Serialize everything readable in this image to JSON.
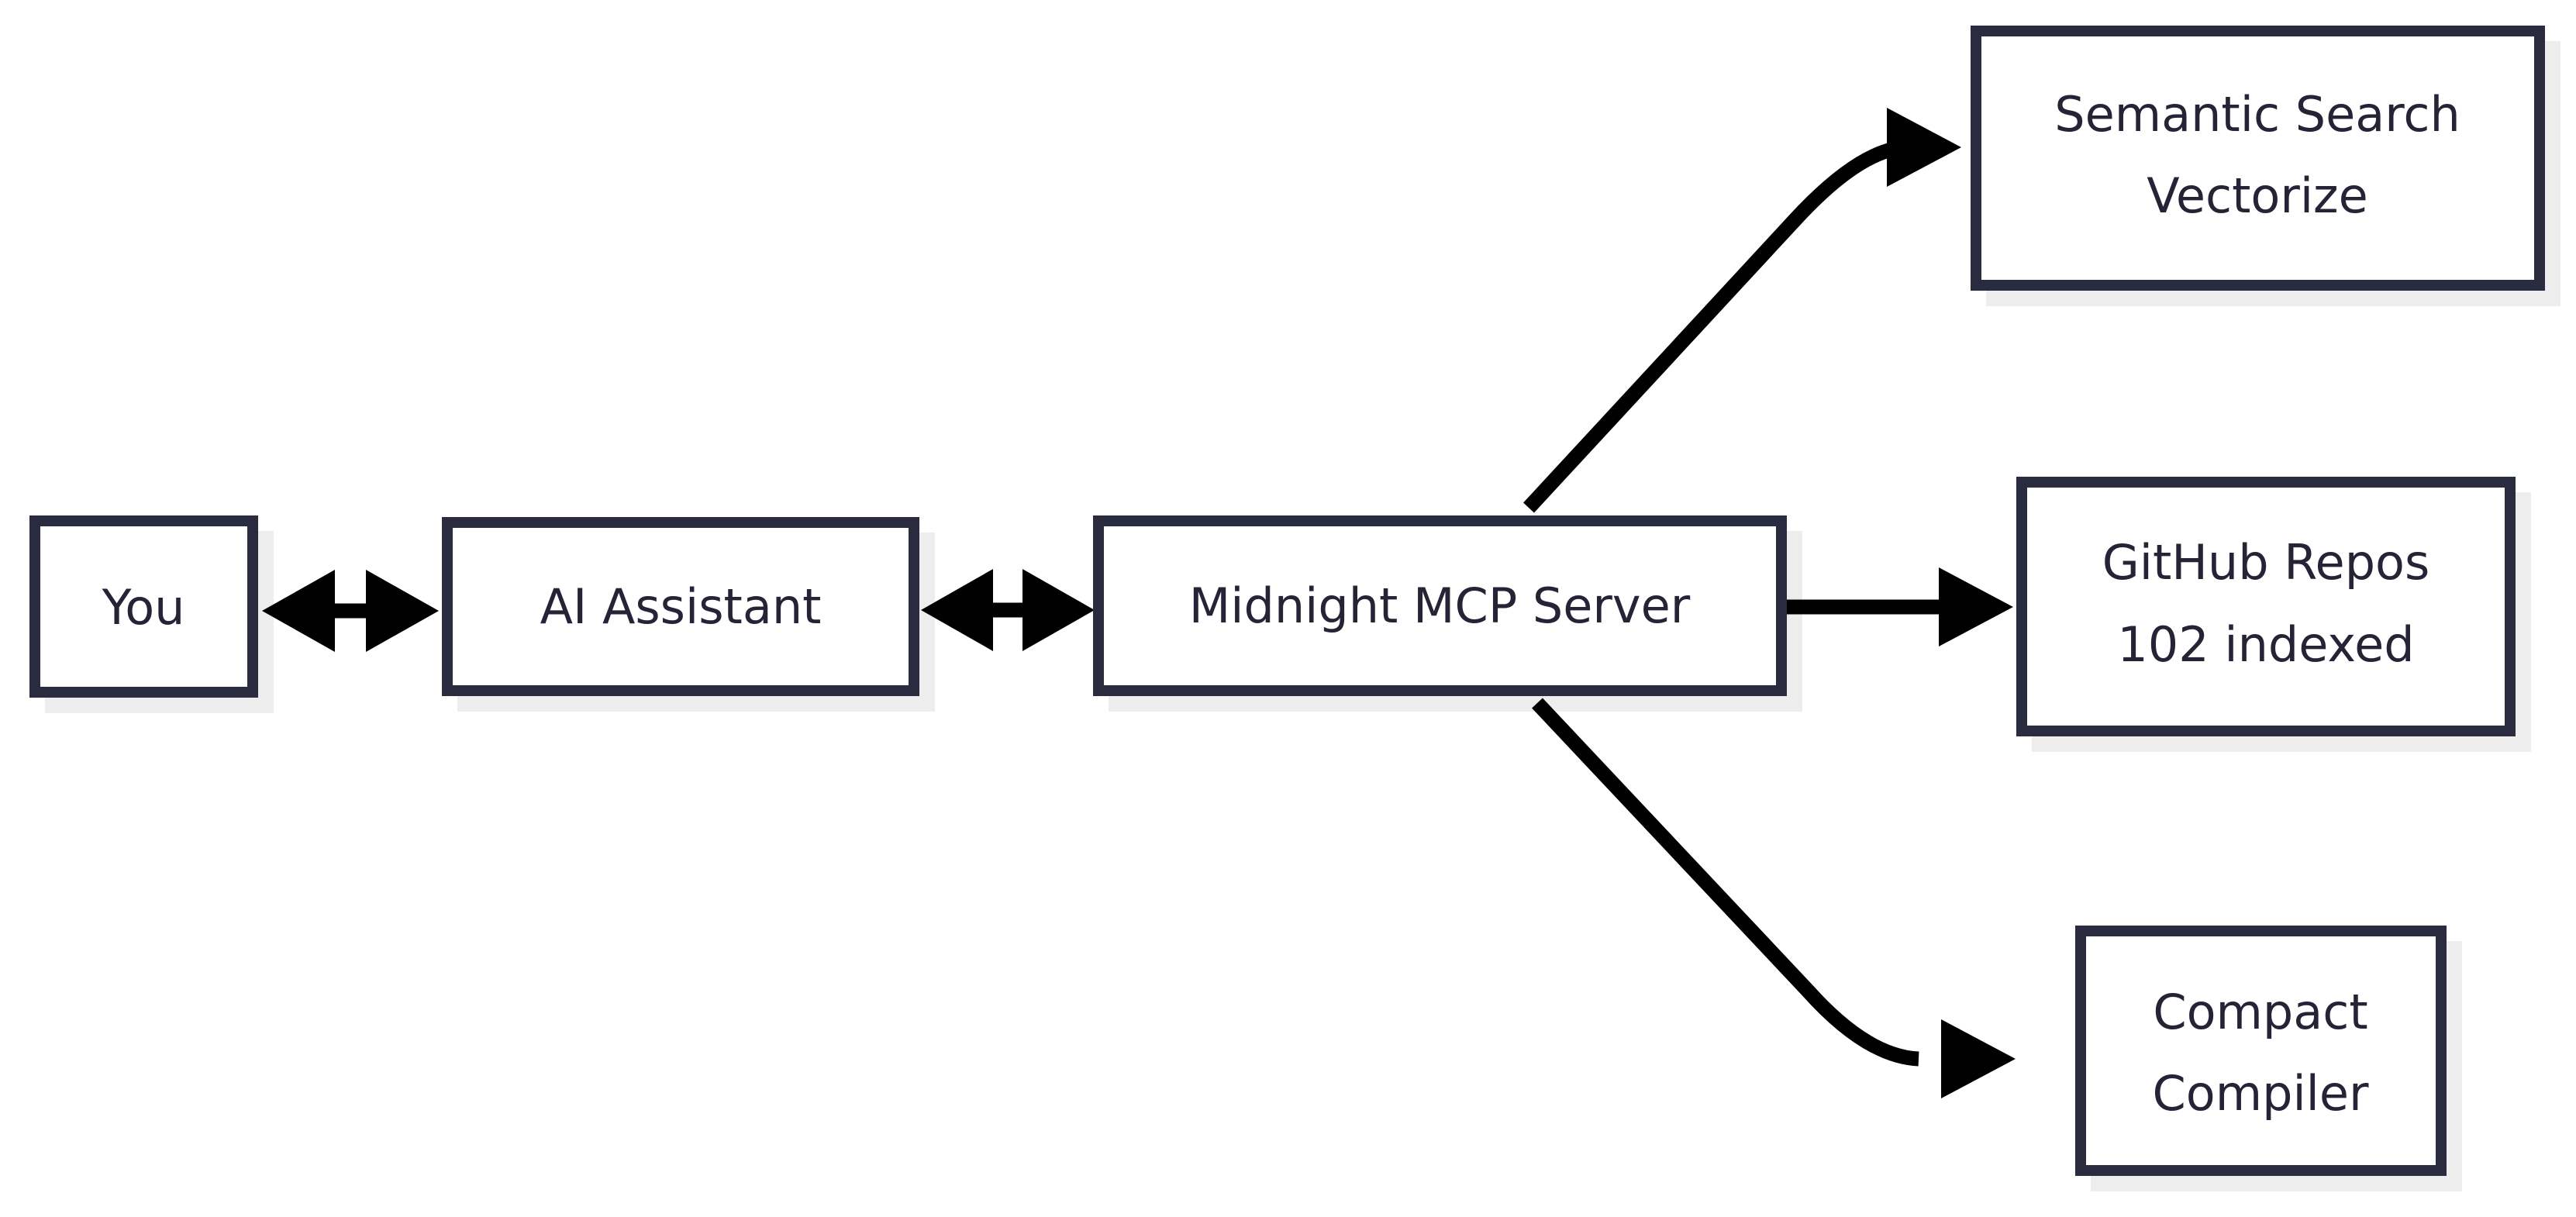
{
  "diagram": {
    "type": "flowchart",
    "background_color": "#ffffff",
    "node_border_color": "#2b2b40",
    "node_fill_color": "#ffffff",
    "node_shadow_color": "#ededed",
    "edge_color": "#000000",
    "label_color": "#242436",
    "nodes": [
      {
        "id": "you",
        "lines": [
          "You"
        ],
        "line1": "You",
        "line2": ""
      },
      {
        "id": "ai-assistant",
        "lines": [
          "AI Assistant"
        ],
        "line1": "AI Assistant",
        "line2": ""
      },
      {
        "id": "midnight-mcp-server",
        "lines": [
          "Midnight MCP Server"
        ],
        "line1": "Midnight MCP Server",
        "line2": ""
      },
      {
        "id": "semantic-search",
        "lines": [
          "Semantic Search",
          "Vectorize"
        ],
        "line1": "Semantic Search",
        "line2": "Vectorize"
      },
      {
        "id": "github-repos",
        "lines": [
          "GitHub Repos",
          "102 indexed"
        ],
        "line1": "GitHub Repos",
        "line2": "102 indexed"
      },
      {
        "id": "compact-compiler",
        "lines": [
          "Compact",
          "Compiler"
        ],
        "line1": "Compact",
        "line2": "Compiler"
      }
    ],
    "edges": [
      {
        "id": "you-ai",
        "from": "you",
        "to": "ai-assistant",
        "direction": "bidirectional",
        "label": ""
      },
      {
        "id": "ai-mcp",
        "from": "ai-assistant",
        "to": "midnight-mcp-server",
        "direction": "bidirectional",
        "label": ""
      },
      {
        "id": "mcp-semantic",
        "from": "midnight-mcp-server",
        "to": "semantic-search",
        "direction": "forward",
        "label": ""
      },
      {
        "id": "mcp-github",
        "from": "midnight-mcp-server",
        "to": "github-repos",
        "direction": "forward",
        "label": ""
      },
      {
        "id": "mcp-compact",
        "from": "midnight-mcp-server",
        "to": "compact-compiler",
        "direction": "forward",
        "label": ""
      }
    ]
  }
}
